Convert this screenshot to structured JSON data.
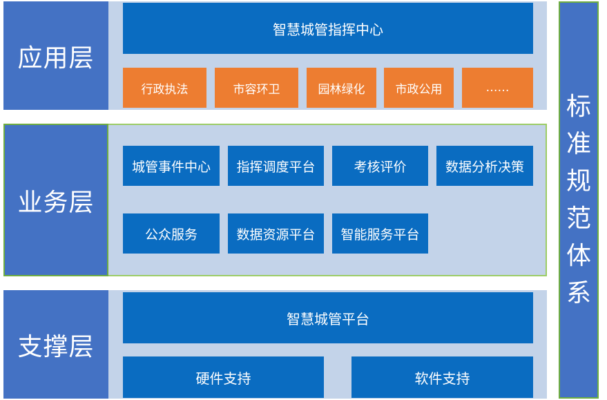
{
  "layers": {
    "application": {
      "label": "应用层",
      "top_box": "智慧城管指挥中心",
      "items": [
        "行政执法",
        "市容环卫",
        "园林绿化",
        "市政公用",
        "……"
      ]
    },
    "business": {
      "label": "业务层",
      "row1": [
        "城管事件中心",
        "指挥调度平台",
        "考核评价",
        "数据分析决策"
      ],
      "row2": [
        "公众服务",
        "数据资源平台",
        "智能服务平台"
      ]
    },
    "support": {
      "label": "支撑层",
      "top_box": "智慧城管平台",
      "items": [
        "硬件支持",
        "软件支持"
      ]
    }
  },
  "side_panel": {
    "chars": [
      "标",
      "准",
      "规",
      "范",
      "体",
      "系"
    ]
  },
  "colors": {
    "label_blue": "#4472c4",
    "box_blue": "#0a6cc1",
    "box_orange": "#ed7d31",
    "layer_bg": "#c3d3e9"
  }
}
